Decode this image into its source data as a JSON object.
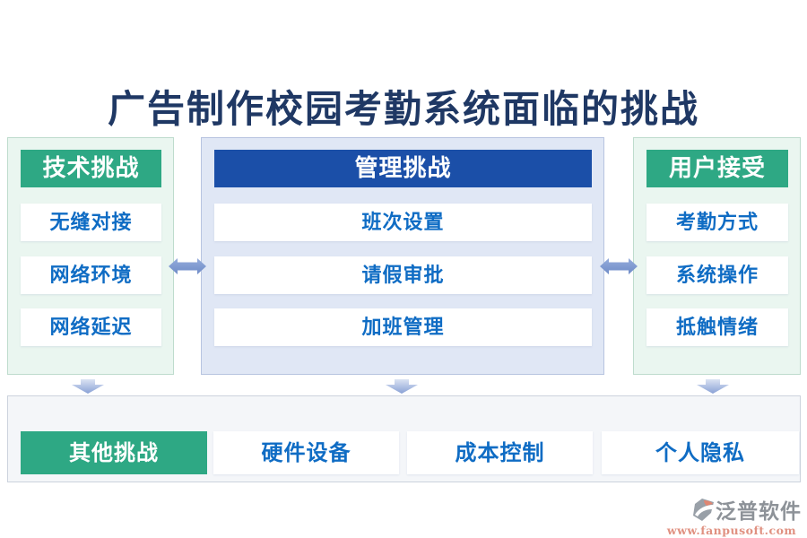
{
  "title": "广告制作校园考勤系统面临的挑战",
  "columns": [
    {
      "header": "技术挑战",
      "theme": "green",
      "items": [
        "无缝对接",
        "网络环境",
        "网络延迟"
      ]
    },
    {
      "header": "管理挑战",
      "theme": "blue",
      "items": [
        "班次设置",
        "请假审批",
        "加班管理"
      ]
    },
    {
      "header": "用户接受",
      "theme": "green",
      "items": [
        "考勤方式",
        "系统操作",
        "抵触情绪"
      ]
    }
  ],
  "bottom": {
    "header": "其他挑战",
    "items": [
      "硬件设备",
      "成本控制",
      "个人隐私"
    ]
  },
  "footer": {
    "brand": "泛普软件",
    "url": "www.fanpusoft.com"
  },
  "icons": {
    "horizontal_arrow": "left-right-arrow",
    "down_arrow": "down-arrow",
    "brand_mark": "fanpu-logo-mark"
  },
  "colors": {
    "title_text": "#1f3864",
    "green_accent": "#2ea884",
    "blue_header": "#1b4fa8",
    "item_text": "#0f6cc4",
    "green_panel_bg": "#eaf6f0",
    "blue_panel_bg": "#e0e7f5",
    "bottom_panel_bg": "#f4f6f9",
    "arrow_blue": "#7e98d2",
    "brand_text": "#8d9298",
    "url_text": "#e09181"
  }
}
